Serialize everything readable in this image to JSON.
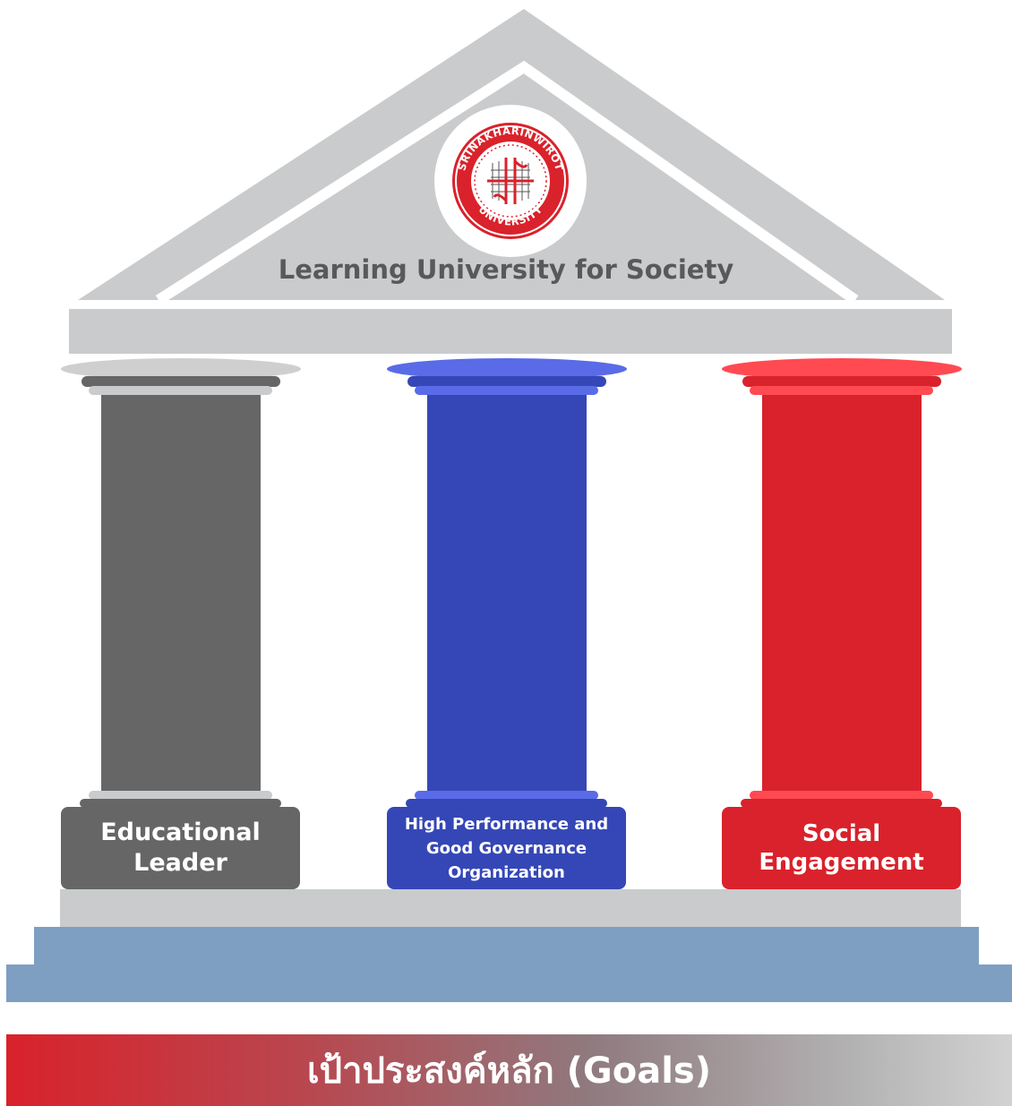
{
  "motto": "Learning University for Society",
  "logo": {
    "top_text": "SRINAKHARINWIROT",
    "bottom_text": "UNIVERSITY",
    "colors": {
      "ring": "#d9222b",
      "mark": "#d9222b"
    }
  },
  "pillars": [
    {
      "line1": "Educational",
      "line2": "Leader",
      "line3": "",
      "color": "#666666"
    },
    {
      "line1": "High Performance and",
      "line2": "Good Governance",
      "line3": "Organization",
      "color": "#3547b6"
    },
    {
      "line1": "Social",
      "line2": "Engagement",
      "line3": "",
      "color": "#d9222b"
    }
  ],
  "goals_label": "เป้าประสงค์หลัก (Goals)",
  "colors": {
    "roof": "#c9cbcc",
    "base_step": "#7f9fc2",
    "gray_pillar": "#666666",
    "blue_pillar": "#3547b6",
    "red_pillar": "#d9222b"
  }
}
